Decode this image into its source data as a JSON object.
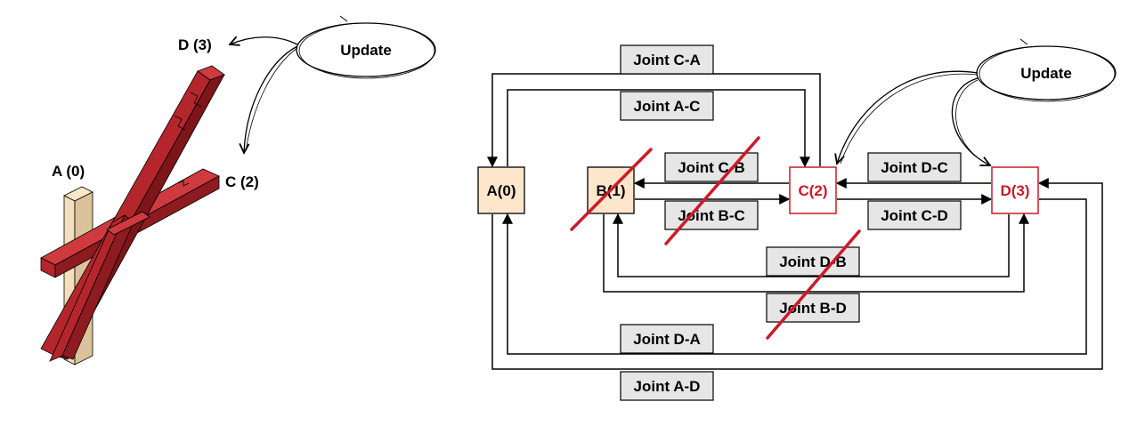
{
  "left_figure": {
    "labels": {
      "a": "A (0)",
      "c": "C (2)",
      "d": "D (3)"
    },
    "update_bubble": "Update",
    "colors": {
      "member_red": "#b5262c",
      "member_red_dark": "#7d1519",
      "member_red_top": "#cf3a3e",
      "member_tan": "#f3dfbe",
      "member_tan_side": "#dcc29a"
    }
  },
  "right_figure": {
    "nodes": {
      "a": {
        "label": "A(0)",
        "status": "base"
      },
      "b": {
        "label": "B(1)",
        "status": "removed"
      },
      "c": {
        "label": "C(2)",
        "status": "updated"
      },
      "d": {
        "label": "D(3)",
        "status": "updated"
      }
    },
    "joints": {
      "ca": "Joint C-A",
      "ac": "Joint A-C",
      "cb": "Joint C-B",
      "bc": "Joint B-C",
      "dc": "Joint D-C",
      "cd": "Joint C-D",
      "db": "Joint D-B",
      "bd": "Joint B-D",
      "da": "Joint D-A",
      "ad": "Joint A-D"
    },
    "update_bubble": "Update",
    "colors": {
      "node_fill": "#fde6cc",
      "joint_fill": "#e6e6e6",
      "updated": "#cc1a27",
      "strike": "#cc1a27",
      "line": "#000000"
    }
  }
}
